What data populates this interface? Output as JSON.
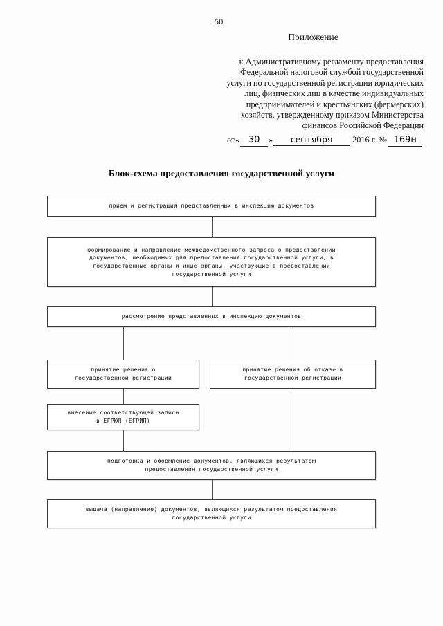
{
  "document": {
    "page_number": "50",
    "header": {
      "appendix_label": "Приложение",
      "body_lines": [
        "к Административному регламенту предоставления",
        "Федеральной налоговой службой государственной",
        "услуги по государственной регистрации юридических",
        "лиц, физических лиц в качестве индивидуальных",
        "предпринимателей и крестьянских (фермерских)",
        "хозяйств, утвержденному приказом Министерства",
        "финансов Российской Федерации"
      ]
    },
    "date_line": {
      "from_label": "от",
      "open_quote": "«",
      "day": "30",
      "close_quote": "»",
      "month": "сентября",
      "year": "2016 г.",
      "number_sign": "№",
      "order_number": "169н"
    },
    "chart_title": "Блок-схема предоставления государственной услуги"
  },
  "chart_data": {
    "type": "diagram",
    "title": "Блок-схема предоставления государственной услуги",
    "orientation": "top-to-bottom",
    "nodes": [
      {
        "id": "n1",
        "lines": [
          "прием и регистрация представленных в инспекцию документов"
        ]
      },
      {
        "id": "n2",
        "lines": [
          "формирование и направление межведомственного запроса о предоставлении",
          "документов, необходимых для предоставления государственной услуги, в",
          "государственные органы и иные органы, участвующие в предоставлении",
          "государственной услуги"
        ]
      },
      {
        "id": "n3",
        "lines": [
          "рассмотрение представленных в инспекцию документов"
        ]
      },
      {
        "id": "n4",
        "lines": [
          "принятие решения о",
          "государственной регистрации"
        ]
      },
      {
        "id": "n5",
        "lines": [
          "принятие решения об отказе в",
          "государственной регистрации"
        ]
      },
      {
        "id": "n6",
        "lines": [
          "внесение соответствующей записи",
          "в ЕГРЮЛ (ЕГРИП)"
        ]
      },
      {
        "id": "n7",
        "lines": [
          "подготовка и оформление документов, являющихся результатом",
          "предоставления государственной услуги"
        ]
      },
      {
        "id": "n8",
        "lines": [
          "выдача (направление) документов, являющихся результатом предоставления",
          "государственной услуги"
        ]
      }
    ],
    "edges": [
      {
        "from": "n1",
        "to": "n2"
      },
      {
        "from": "n2",
        "to": "n3"
      },
      {
        "from": "n3",
        "to": "n4"
      },
      {
        "from": "n3",
        "to": "n5"
      },
      {
        "from": "n4",
        "to": "n6"
      },
      {
        "from": "n6",
        "to": "n7"
      },
      {
        "from": "n5",
        "to": "n7"
      },
      {
        "from": "n7",
        "to": "n8"
      }
    ]
  }
}
